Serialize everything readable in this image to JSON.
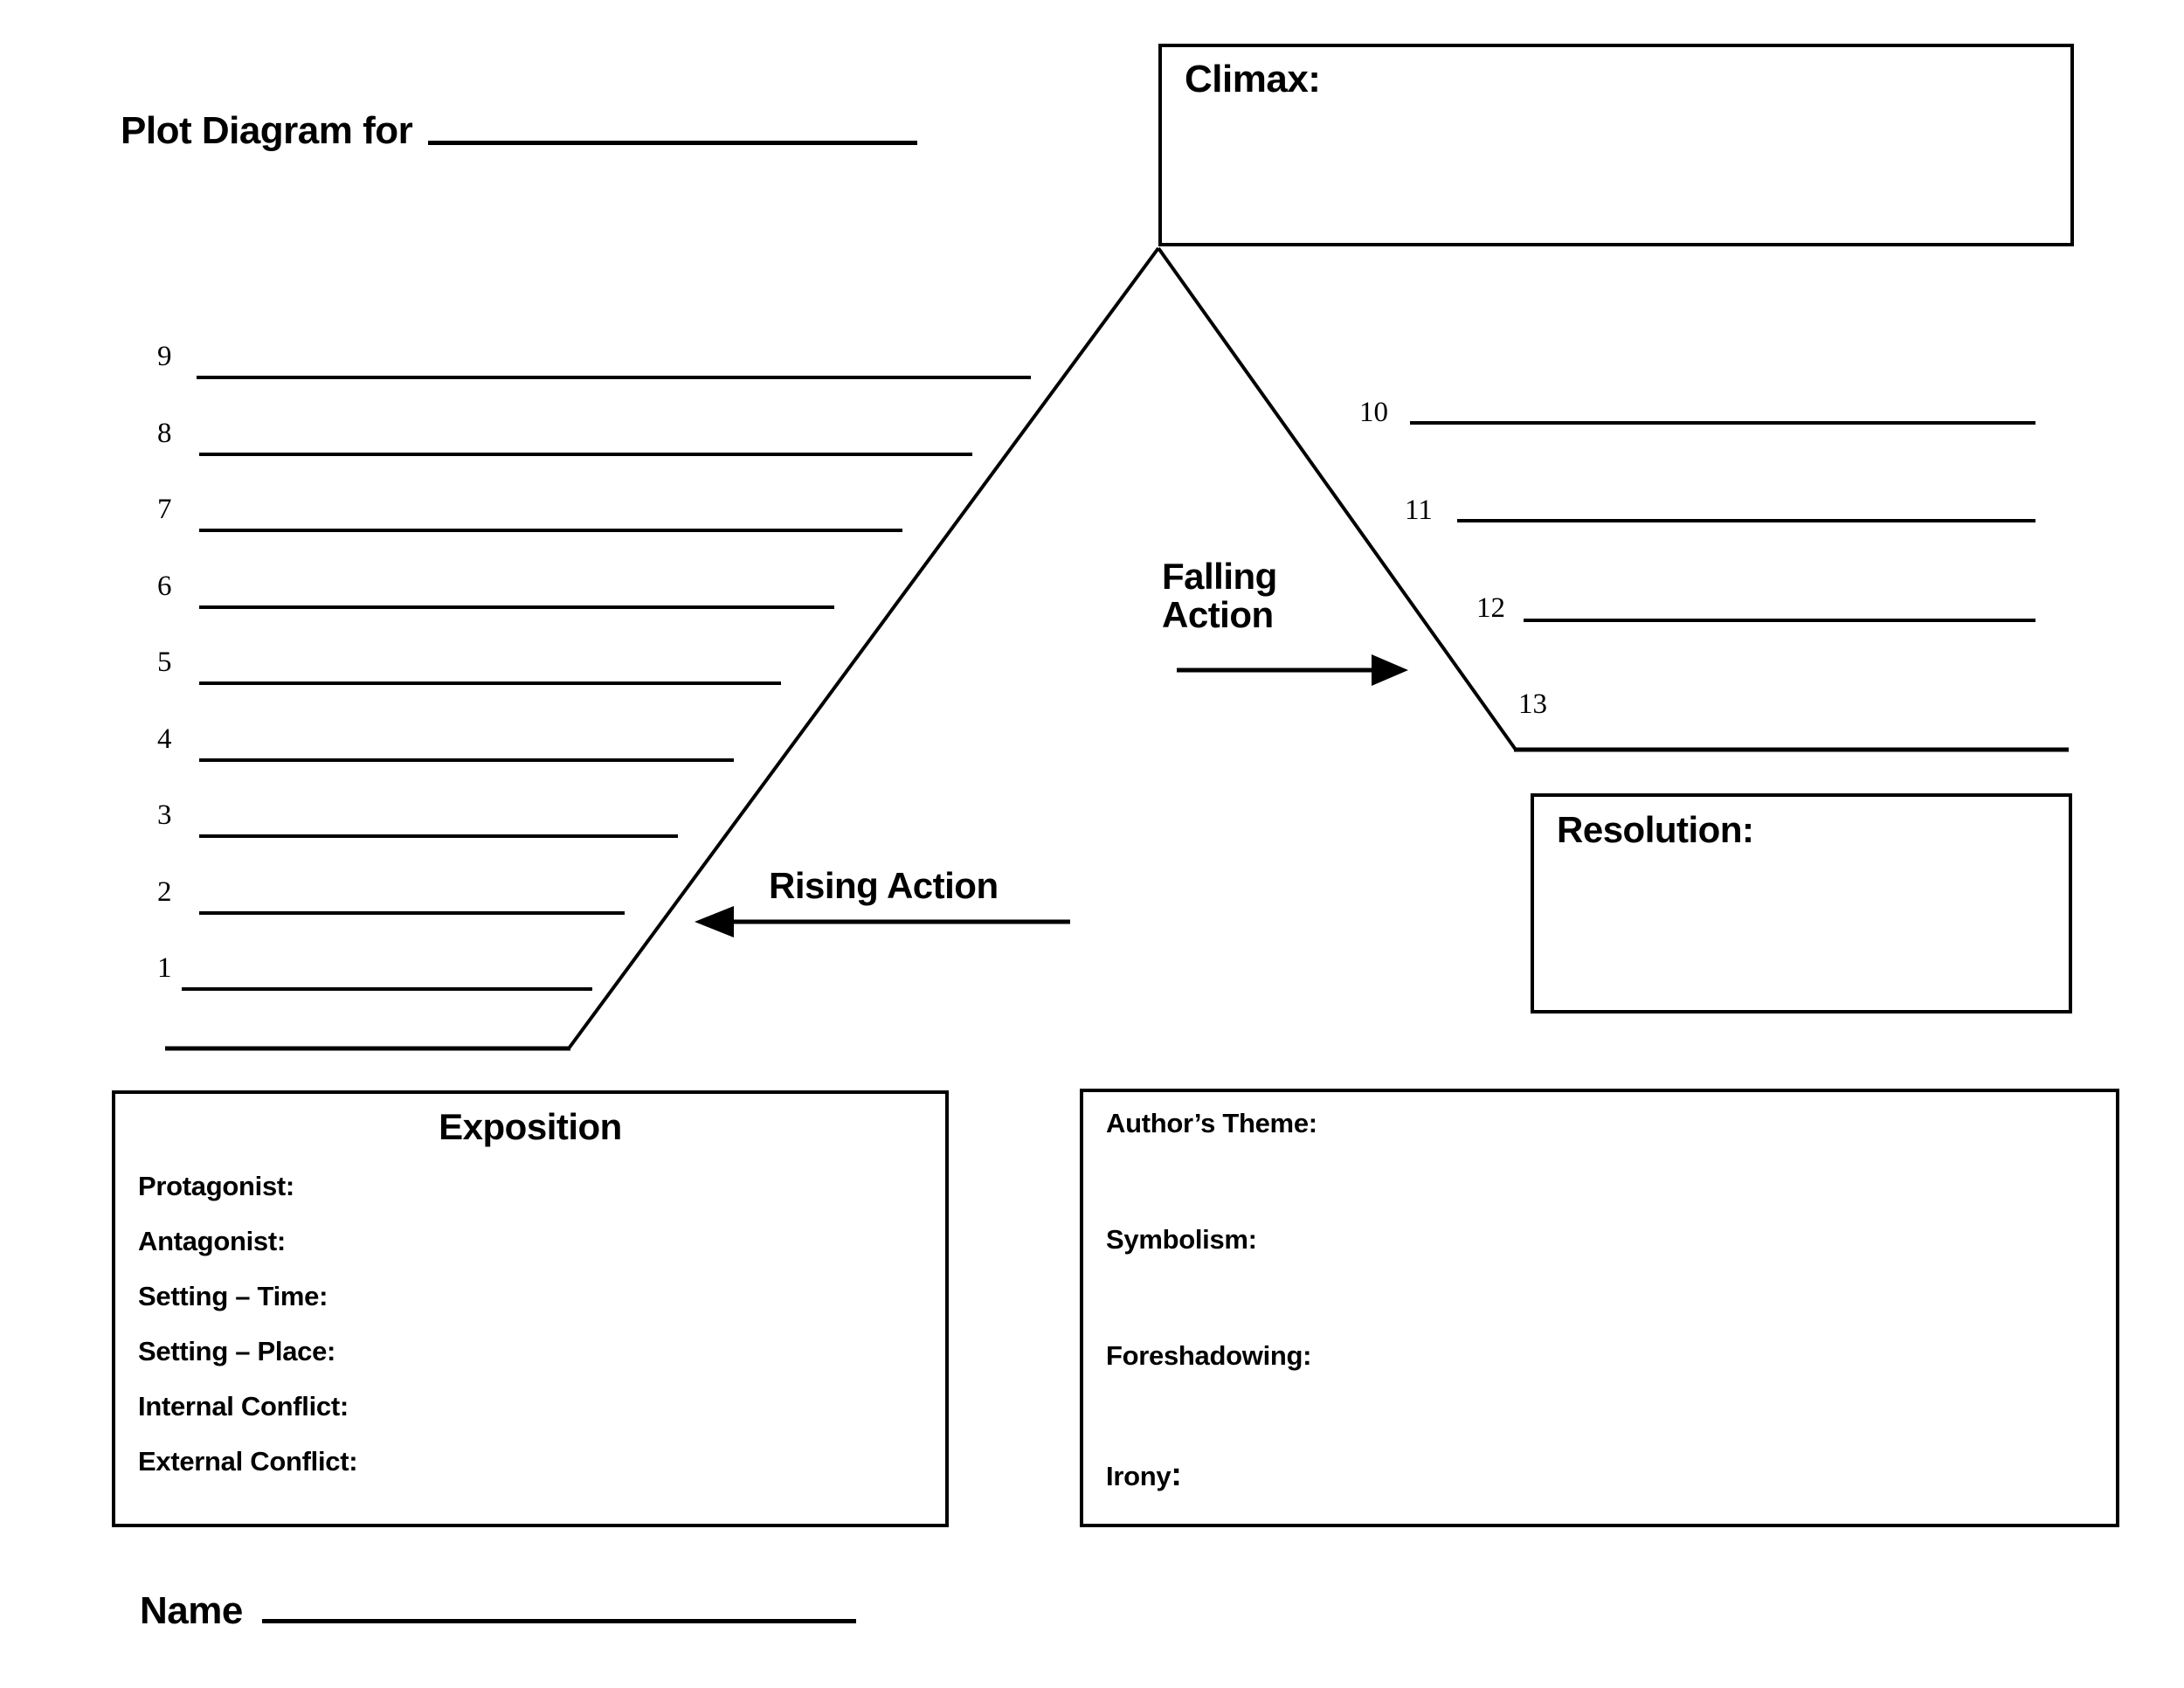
{
  "worksheet": {
    "title": "Plot Diagram for",
    "title_blank": true,
    "name_label": "Name",
    "name_blank": true
  },
  "climax": {
    "label": "Climax:"
  },
  "resolution": {
    "label": "Resolution:"
  },
  "rising_action": {
    "label": "Rising Action",
    "arrow": "arrow-left"
  },
  "falling_action": {
    "label_line1": "Falling",
    "label_line2": "Action",
    "arrow": "arrow-right"
  },
  "rising_blanks": [
    {
      "number": "9"
    },
    {
      "number": "8"
    },
    {
      "number": "7"
    },
    {
      "number": "6"
    },
    {
      "number": "5"
    },
    {
      "number": "4"
    },
    {
      "number": "3"
    },
    {
      "number": "2"
    },
    {
      "number": "1"
    }
  ],
  "falling_blanks": [
    {
      "number": "10"
    },
    {
      "number": "11"
    },
    {
      "number": "12"
    },
    {
      "number": "13"
    }
  ],
  "exposition": {
    "title": "Exposition",
    "fields": [
      "Protagonist:",
      "Antagonist:",
      "Setting – Time:",
      "Setting – Place:",
      "Internal Conflict:",
      "External Conflict:"
    ]
  },
  "literary_elements": {
    "fields": [
      "Author’s Theme:",
      "Symbolism:",
      "Foreshadowing:",
      "Irony"
    ],
    "irony_colon": ":"
  },
  "colors": {
    "ink": "#000000",
    "paper": "#ffffff"
  }
}
